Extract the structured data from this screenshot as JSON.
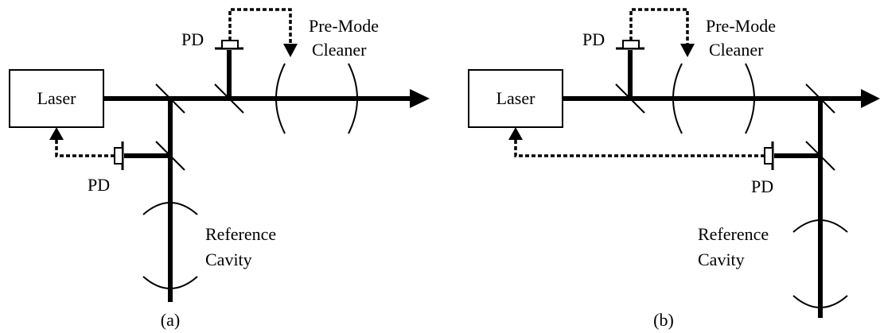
{
  "panels": [
    {
      "caption": "(a)",
      "laser_label": "Laser",
      "pd_top_label": "PD",
      "pd_side_label": "PD",
      "pmc_label_line1": "Pre-Mode",
      "pmc_label_line2": "Cleaner",
      "ref_label_line1": "Reference",
      "ref_label_line2": "Cavity"
    },
    {
      "caption": "(b)",
      "laser_label": "Laser",
      "pd_top_label": "PD",
      "pd_side_label": "PD",
      "pmc_label_line1": "Pre-Mode",
      "pmc_label_line2": "Cleaner",
      "ref_label_line1": "Reference",
      "ref_label_line2": "Cavity"
    }
  ]
}
